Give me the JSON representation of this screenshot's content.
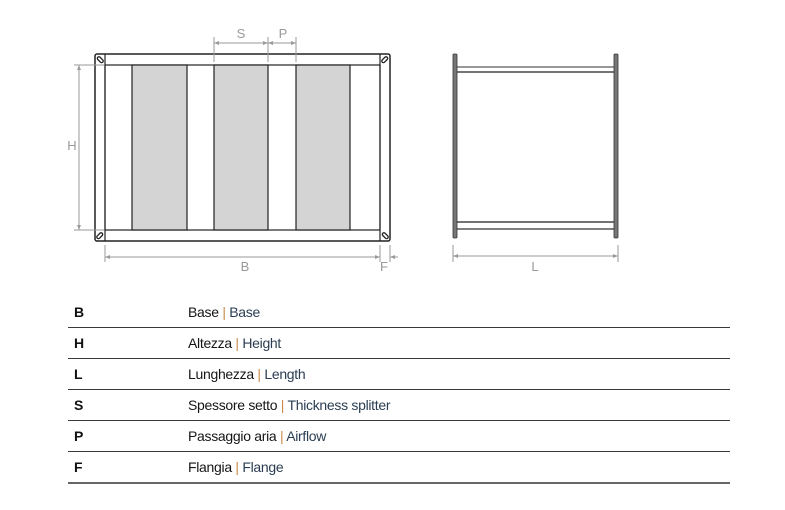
{
  "drawing": {
    "front_view_labels": {
      "S": "S",
      "P": "P",
      "H": "H",
      "B": "B",
      "F": "F"
    },
    "side_view_labels": {
      "L": "L"
    }
  },
  "legend": {
    "separator": "|",
    "rows": [
      {
        "symbol": "B",
        "italian": "Base",
        "english": "Base"
      },
      {
        "symbol": "H",
        "italian": "Altezza",
        "english": "Height"
      },
      {
        "symbol": "L",
        "italian": "Lunghezza",
        "english": "Length"
      },
      {
        "symbol": "S",
        "italian": "Spessore setto",
        "english": "Thickness splitter"
      },
      {
        "symbol": "P",
        "italian": "Passaggio aria",
        "english": "Airflow"
      },
      {
        "symbol": "F",
        "italian": "Flangia",
        "english": "Flange"
      }
    ]
  },
  "colors": {
    "splitter_fill": "#d4d4d4",
    "dimension": "#9a9a9a",
    "separator": "#c98a4a"
  }
}
